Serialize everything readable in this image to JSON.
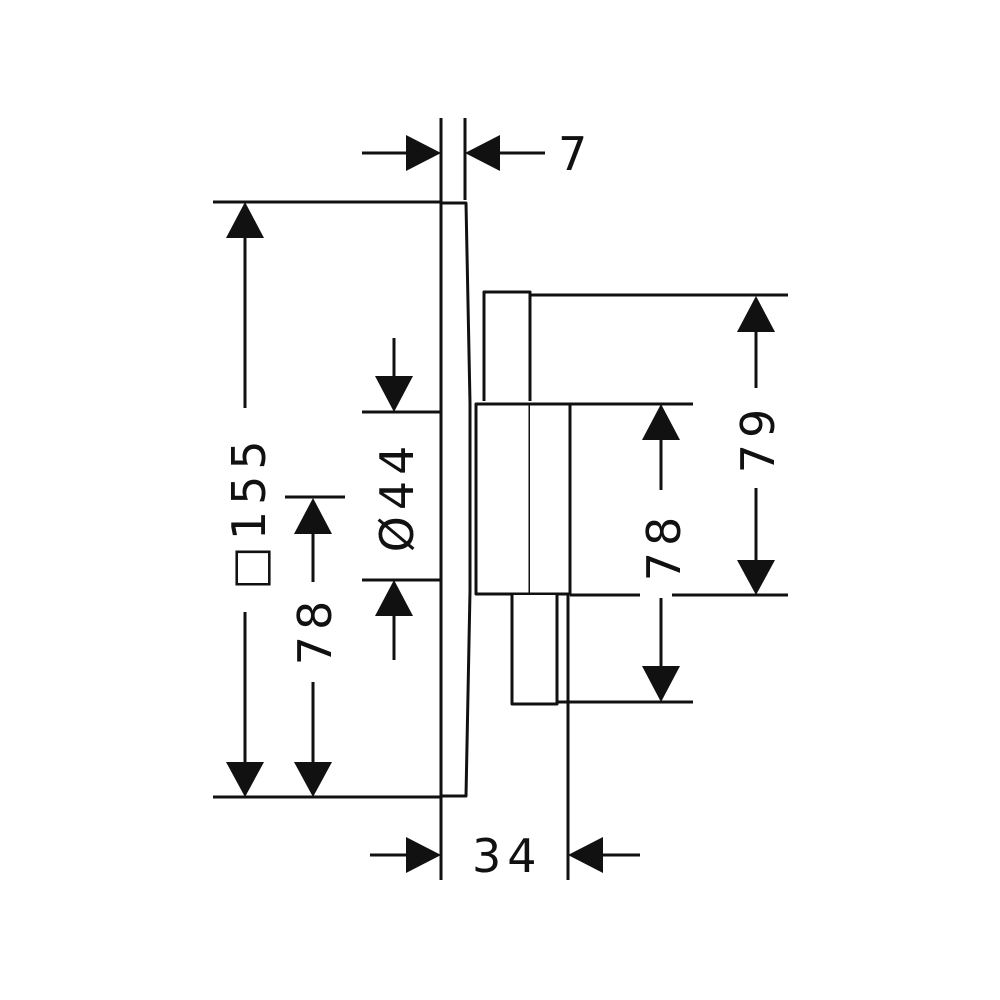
{
  "dimensions": {
    "panel_thickness": "7",
    "overall_depth": "34",
    "panel_square": "□155",
    "diameter": "Ø44",
    "lower_offset_left": "78",
    "right_outer_height": "79",
    "right_inner_height": "78"
  },
  "colors": {
    "line": "#111111",
    "background": "#ffffff"
  }
}
